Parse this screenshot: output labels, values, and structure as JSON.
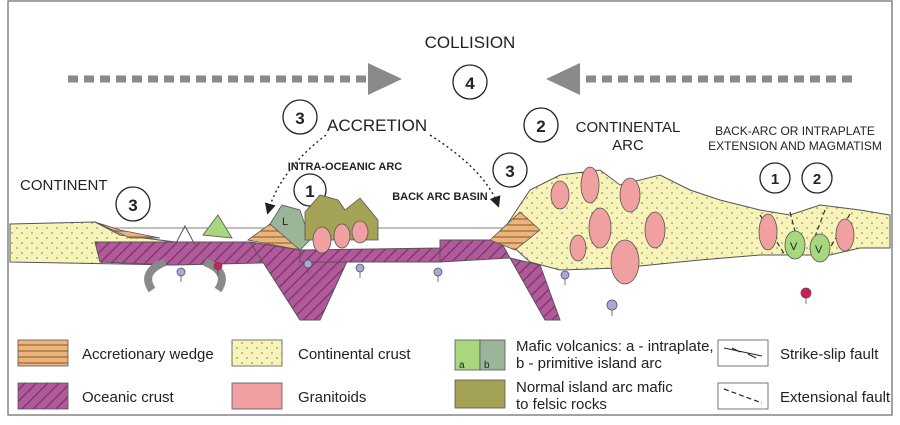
{
  "header": {
    "collision": "COLLISION",
    "collision_num": "4",
    "accretion": "ACCRETION",
    "accretion_num": "3",
    "continental_arc_1": "CONTINENTAL",
    "continental_arc_2": "ARC",
    "continental_arc_num": "2",
    "backarc_1": "BACK-ARC OR INTRAPLATE",
    "backarc_2": "EXTENSION AND MAGMATISM",
    "backarc_num_a": "1",
    "backarc_num_b": "2"
  },
  "section": {
    "continent": "CONTINENT",
    "continent_num": "3",
    "intra_oceanic_arc": "INTRA-OCEANIC ARC",
    "intra_oceanic_num": "1",
    "back_arc_basin": "BACK ARC BASIN",
    "wedge_num": "3",
    "symbol_v": "V",
    "symbol_l": "L"
  },
  "legend": {
    "accretionary_wedge": "Accretionary wedge",
    "oceanic_crust": "Oceanic crust",
    "continental_crust": "Continental crust",
    "granitoids": "Granitoids",
    "mafic_1": "Mafic volcanics: a - intraplate,",
    "mafic_2": "b - primitive island arc",
    "normal_arc_1": "Normal island arc mafic",
    "normal_arc_2": "to felsic rocks",
    "strike_slip": "Strike-slip fault",
    "extensional": "Extensional fault",
    "swatch_a": "a",
    "swatch_b": "b"
  },
  "colors": {
    "continental_crust": "#f8f3b6",
    "oceanic_crust": "#b05a9a",
    "accretionary_wedge": "#e9b57f",
    "granitoids": "#f0a0a0",
    "mafic_intraplate": "#a9d77f",
    "mafic_arc": "#9bb598",
    "normal_arc": "#a4a255",
    "arrow_grey": "#8a8a8a",
    "magma": "#a9a9d8",
    "magma_red": "#d5195a"
  }
}
